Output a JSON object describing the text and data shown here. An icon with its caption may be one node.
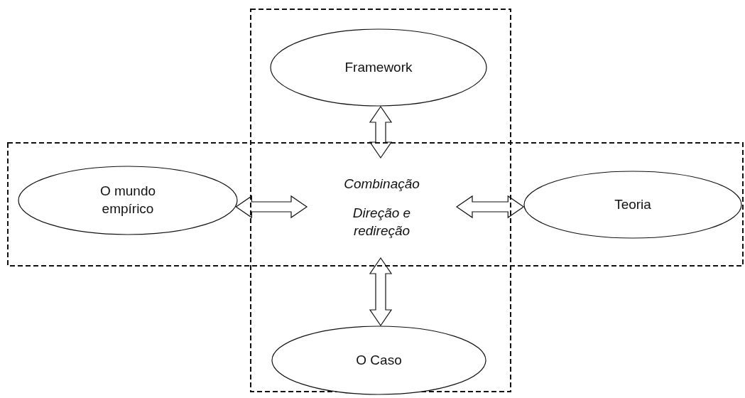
{
  "diagram": {
    "nodes": [
      {
        "text": [],
        "shape": "box"
      },
      {
        "text": [],
        "shape": "box"
      },
      {
        "text": [
          "Framework"
        ],
        "in": 0
      },
      {
        "text": [
          "O mundo empírico"
        ],
        "in": 1
      },
      {
        "text": [
          "Combinação",
          "Direção e redireção"
        ]
      },
      {
        "text": [
          "Teoria"
        ],
        "in": 1
      },
      {
        "text": [
          "O Caso"
        ],
        "in": 0
      }
    ],
    "edges": [
      {
        "from": 4,
        "to": 2,
        "arrow": "both"
      },
      {
        "from": 3,
        "to": 4,
        "arrow": "both"
      },
      {
        "from": 4,
        "to": 5,
        "arrow": "both"
      },
      {
        "from": 4,
        "to": 6,
        "arrow": "both"
      }
    ]
  }
}
